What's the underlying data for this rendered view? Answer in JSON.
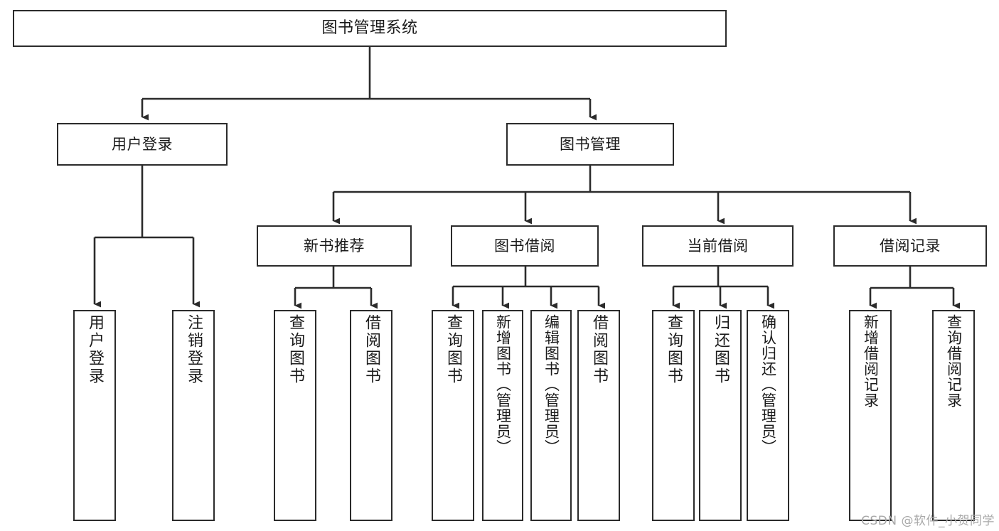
{
  "diagram": {
    "type": "tree-hierarchy",
    "title": "图书管理系统",
    "watermark": "CSDN @软件_小贺同学",
    "colors": {
      "box_border": "#2b2b2b",
      "box_fill": "#ffffff",
      "edge": "#2b2b2b",
      "text": "#1a1a1a",
      "background": "#ffffff",
      "watermark": "#a8a8a8"
    },
    "levels": {
      "root": {
        "label": "图书管理系统"
      },
      "level2": [
        {
          "label": "用户登录"
        },
        {
          "label": "图书管理"
        }
      ],
      "level3": [
        {
          "label": "新书推荐"
        },
        {
          "label": "图书借阅"
        },
        {
          "label": "当前借阅"
        },
        {
          "label": "借阅记录"
        }
      ],
      "leaves": {
        "user_login": [
          {
            "label": "用户登录"
          },
          {
            "label": "注销登录"
          }
        ],
        "new_book_recommend": [
          {
            "label": "查询图书"
          },
          {
            "label": "借阅图书"
          }
        ],
        "book_borrow": [
          {
            "label": "查询图书"
          },
          {
            "label": "新增图书（管理员）"
          },
          {
            "label": "编辑图书（管理员）"
          },
          {
            "label": "借阅图书"
          }
        ],
        "current_borrow": [
          {
            "label": "查询图书"
          },
          {
            "label": "归还图书"
          },
          {
            "label": "确认归还（管理员）"
          }
        ],
        "borrow_record": [
          {
            "label": "新增借阅记录"
          },
          {
            "label": "查询借阅记录"
          }
        ]
      }
    }
  }
}
